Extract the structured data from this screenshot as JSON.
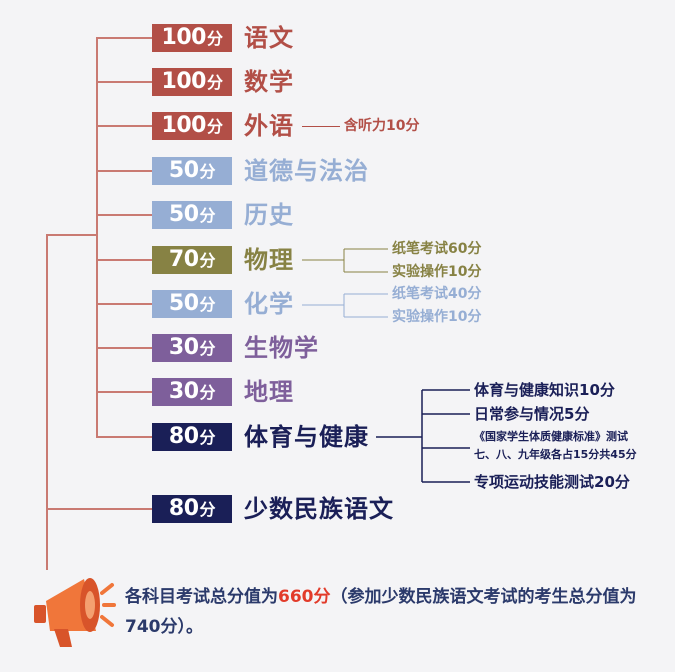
{
  "unit": "分",
  "colors": {
    "red": "#b24f47",
    "blue_light": "#96aed4",
    "olive": "#878244",
    "purple": "#7e5f9b",
    "navy": "#1a1f57",
    "connector": "#c97a72",
    "accent": "#e23b2a",
    "megaphone": "#f0763a"
  },
  "subjects": [
    {
      "score": "100",
      "name": "语文",
      "color": "#b24f47"
    },
    {
      "score": "100",
      "name": "数学",
      "color": "#b24f47"
    },
    {
      "score": "100",
      "name": "外语",
      "color": "#b24f47",
      "note": "含听力10分"
    },
    {
      "score": "50",
      "name": "道德与法治",
      "color": "#96aed4"
    },
    {
      "score": "50",
      "name": "历史",
      "color": "#96aed4"
    },
    {
      "score": "70",
      "name": "物理",
      "color": "#878244",
      "notes": [
        "纸笔考试60分",
        "实验操作10分"
      ]
    },
    {
      "score": "50",
      "name": "化学",
      "color": "#96aed4",
      "notes": [
        "纸笔考试40分",
        "实验操作10分"
      ]
    },
    {
      "score": "30",
      "name": "生物学",
      "color": "#7e5f9b"
    },
    {
      "score": "30",
      "name": "地理",
      "color": "#7e5f9b"
    },
    {
      "score": "80",
      "name": "体育与健康",
      "color": "#1a1f57",
      "notes": [
        "体育与健康知识10分",
        "日常参与情况5分",
        "《国家学生体质健康标准》测试",
        "七、八、九年级各占15分共45分",
        "专项运动技能测试20分"
      ]
    },
    {
      "score": "80",
      "name": "少数民族语文",
      "color": "#1a1f57"
    }
  ],
  "footer": {
    "text_before": "各科目考试总分值为",
    "highlight": "660分",
    "text_after": "（参加少数民族语文考试的考生总分值为740分）。"
  }
}
